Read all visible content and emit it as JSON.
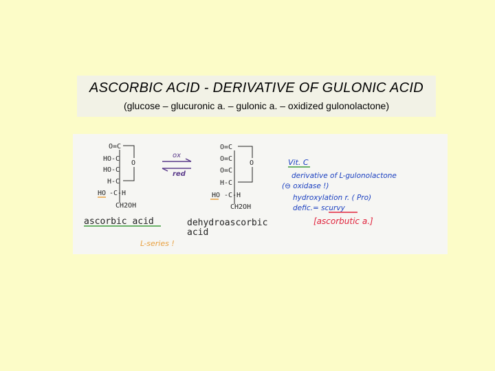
{
  "slide": {
    "title": "ASCORBIC  ACID  -  DERIVATIVE  OF  GULONIC  ACID",
    "subtitle": "(glucose – glucuronic a. – gulonic a. – oxidized  gulonolactone)"
  },
  "figure": {
    "ascorbic": {
      "atoms": [
        "O=C",
        "HO-C",
        "HO-C",
        "H-C",
        "HO",
        "-C-H",
        "CH2OH",
        "O"
      ],
      "name": "ascorbic acid"
    },
    "dehydro": {
      "atoms": [
        "O=C",
        "O=C",
        "O=C",
        "H-C",
        "HO",
        "-C-H",
        "CH2OH",
        "O"
      ],
      "name_line1": "dehydroascorbic",
      "name_line2": "acid"
    },
    "arrow_ox": "ox",
    "arrow_red": "red",
    "series_note": "L-series !",
    "notes": {
      "heading": "Vit. C",
      "line1": "derivative  of  L-gulonolactone",
      "line2": "(⊖ oxidase !)",
      "line3": "hydroxylation r.  ( Pro)",
      "line4_prefix": "defic.= ",
      "line4_term": "scurvy",
      "line5": "[ascorbutic a.]"
    },
    "colors": {
      "blue_ink": "#1a3fc0",
      "red_ink": "#e0203a",
      "purple_ink": "#5a3a8a",
      "orange_ink": "#e8a040",
      "green_ink": "#3a9a3a"
    }
  }
}
